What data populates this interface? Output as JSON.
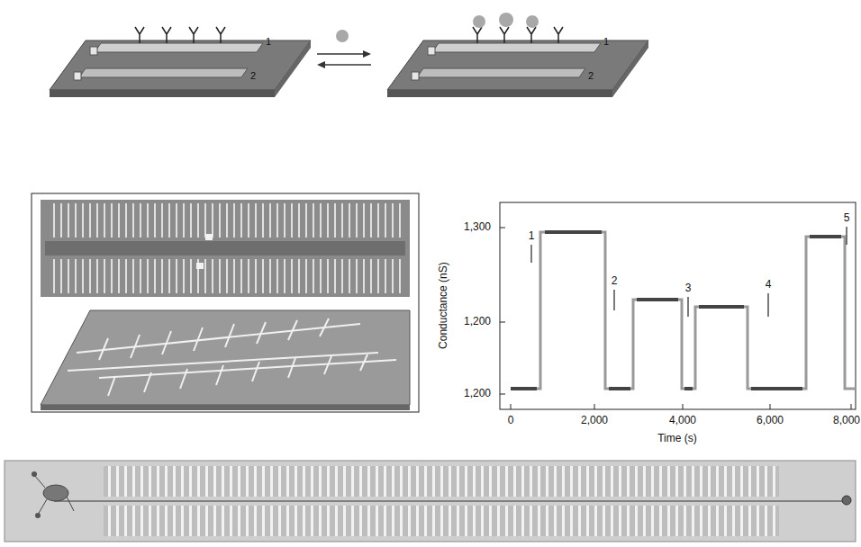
{
  "diagram": {
    "labels": [
      "1",
      "2",
      "1",
      "2",
      "Conductance (nS)",
      "1,300",
      "1,200",
      "1,200",
      "0",
      "2,000",
      "4,000",
      "6,000",
      "8,000",
      "Time (s)",
      "1",
      "2",
      "3",
      "4",
      "5"
    ]
  }
}
